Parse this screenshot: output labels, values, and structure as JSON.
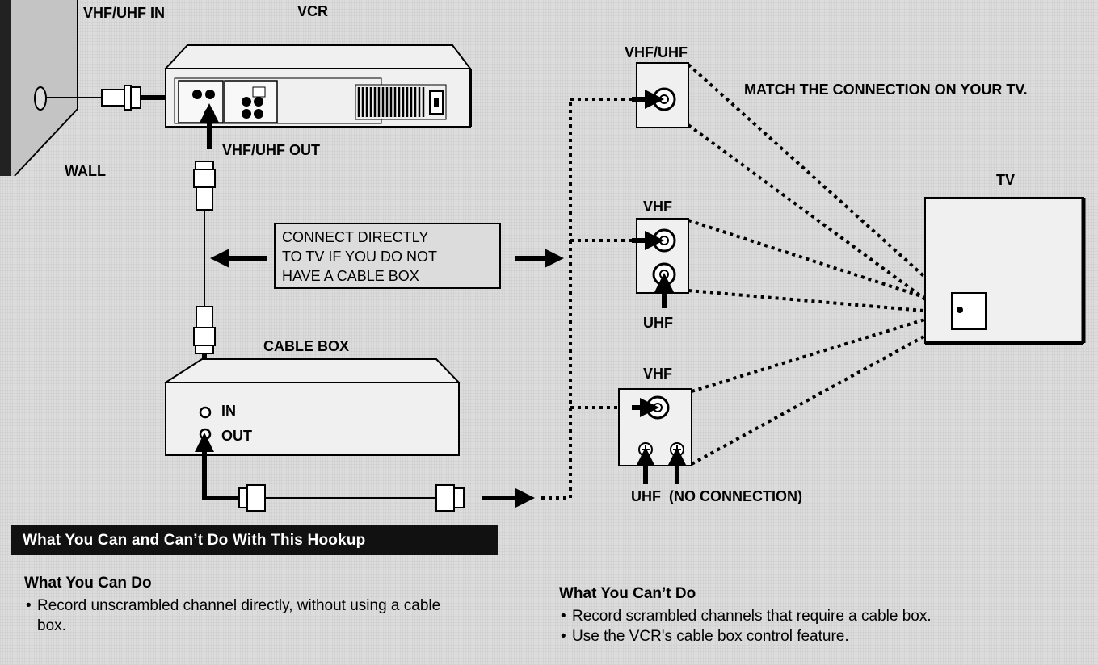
{
  "labels": {
    "vhf_uhf_in": "VHF/UHF IN",
    "vcr": "VCR",
    "wall": "WALL",
    "vhf_uhf_out": "VHF/UHF OUT",
    "cable_box": "CABLE BOX",
    "in": "IN",
    "out": "OUT",
    "tv": "TV",
    "match_note": "MATCH THE CONNECTION ON YOUR TV.",
    "panel1_top": "VHF/UHF",
    "panel2_top": "VHF",
    "panel2_bottom": "UHF",
    "panel3_top": "VHF",
    "panel3_bottom": "UHF  (NO CONNECTION)"
  },
  "connect_box": {
    "line1": "CONNECT DIRECTLY",
    "line2": "TO TV IF YOU DO NOT",
    "line3": "HAVE A CABLE BOX"
  },
  "banner": {
    "title": "What You Can and Can’t Do With This Hookup"
  },
  "can_do": {
    "heading": "What You Can Do",
    "items": [
      "Record unscrambled channel directly, without using a cable box."
    ]
  },
  "cant_do": {
    "heading": "What You Can’t Do",
    "items": [
      "Record scrambled channels that require a cable box.",
      "Use the VCR's cable box control feature."
    ]
  }
}
